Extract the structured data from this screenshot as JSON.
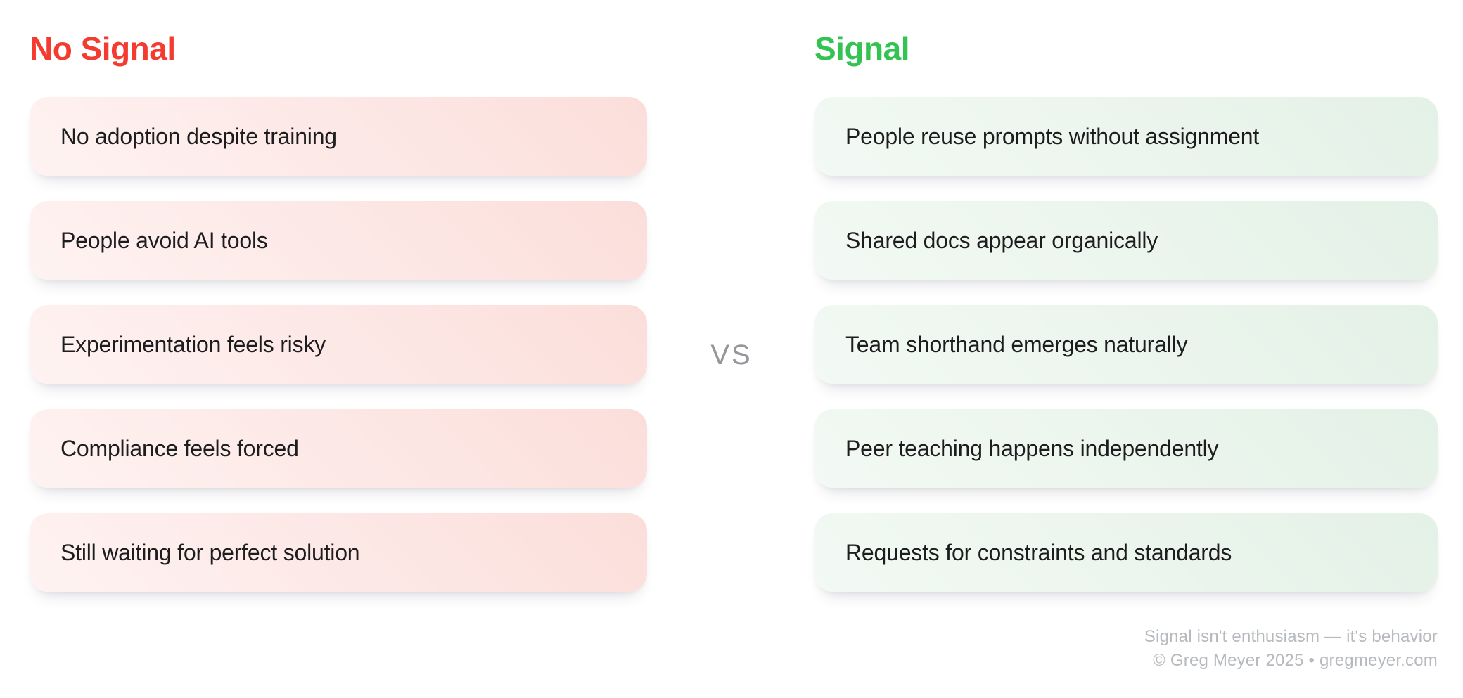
{
  "page": {
    "background": "#ffffff"
  },
  "colors": {
    "no_signal_red": "#f43b30",
    "signal_green": "#32c353",
    "pink_card_gradient_from": "#fef3f2",
    "pink_card_gradient_to": "#fbdeda",
    "green_card_gradient_from": "#f3f9f4",
    "green_card_gradient_to": "#e4f1e7",
    "card_text": "#1d1d1f",
    "vs_gray": "#95959a",
    "footer_gray": "#b6babe"
  },
  "no_signal": {
    "title": "No Signal",
    "items": [
      "No adoption despite training",
      "People avoid AI tools",
      "Experimentation feels risky",
      "Compliance feels forced",
      "Still waiting for perfect solution"
    ]
  },
  "signal": {
    "title": "Signal",
    "items": [
      "People reuse prompts without assignment",
      "Shared docs appear organically",
      "Team shorthand emerges naturally",
      "Peer teaching happens independently",
      "Requests for constraints and standards"
    ]
  },
  "divider": {
    "label": "VS"
  },
  "footer": {
    "tagline": "Signal isn't enthusiasm — it's behavior",
    "credit": "© Greg Meyer 2025 • gregmeyer.com"
  }
}
